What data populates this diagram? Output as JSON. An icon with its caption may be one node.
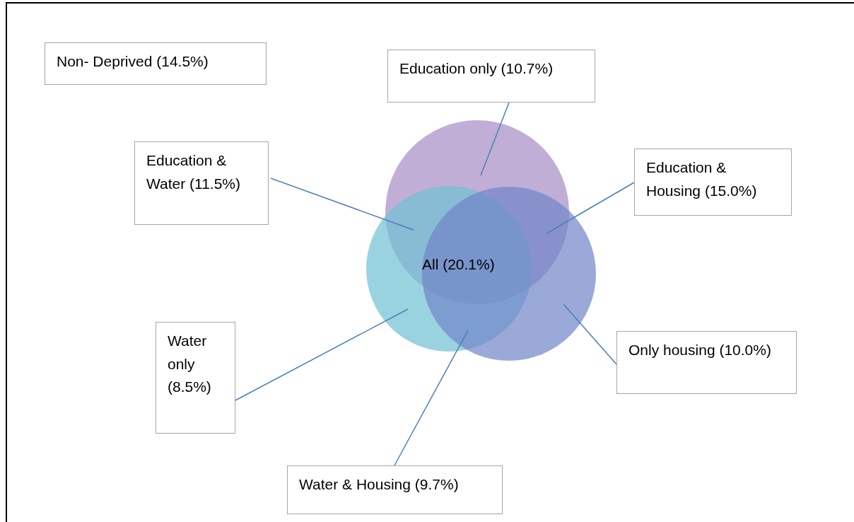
{
  "diagram": {
    "nodes": [
      {
        "text": [
          "Non- Deprived (14.5%)"
        ]
      },
      {
        "text": [
          "Education only (10.7%)"
        ]
      },
      {
        "text": [
          "Education & Water (11.5%)"
        ]
      },
      {
        "text": [
          "Education & Housing (15.0%)"
        ]
      },
      {
        "text": [
          "Water only (8.5%)"
        ]
      },
      {
        "text": [
          "Only housing (10.0%)"
        ]
      },
      {
        "text": [
          "Water & Housing (9.7%)"
        ]
      },
      {
        "text": [],
        "shape": "circle"
      },
      {
        "text": [],
        "shape": "circle"
      },
      {
        "text": [],
        "shape": "circle"
      }
    ],
    "edges": [
      {
        "from": 1,
        "to": 8,
        "arrow": "none"
      },
      {
        "from": 2,
        "to": 7,
        "arrow": "none"
      },
      {
        "from": 3,
        "to": 9,
        "arrow": "none"
      },
      {
        "from": 4,
        "to": 7,
        "arrow": "none"
      },
      {
        "from": 5,
        "to": 9,
        "arrow": "none"
      },
      {
        "from": 6,
        "to": 7,
        "arrow": "none"
      }
    ],
    "labels": [
      "All (20.1%)"
    ]
  }
}
